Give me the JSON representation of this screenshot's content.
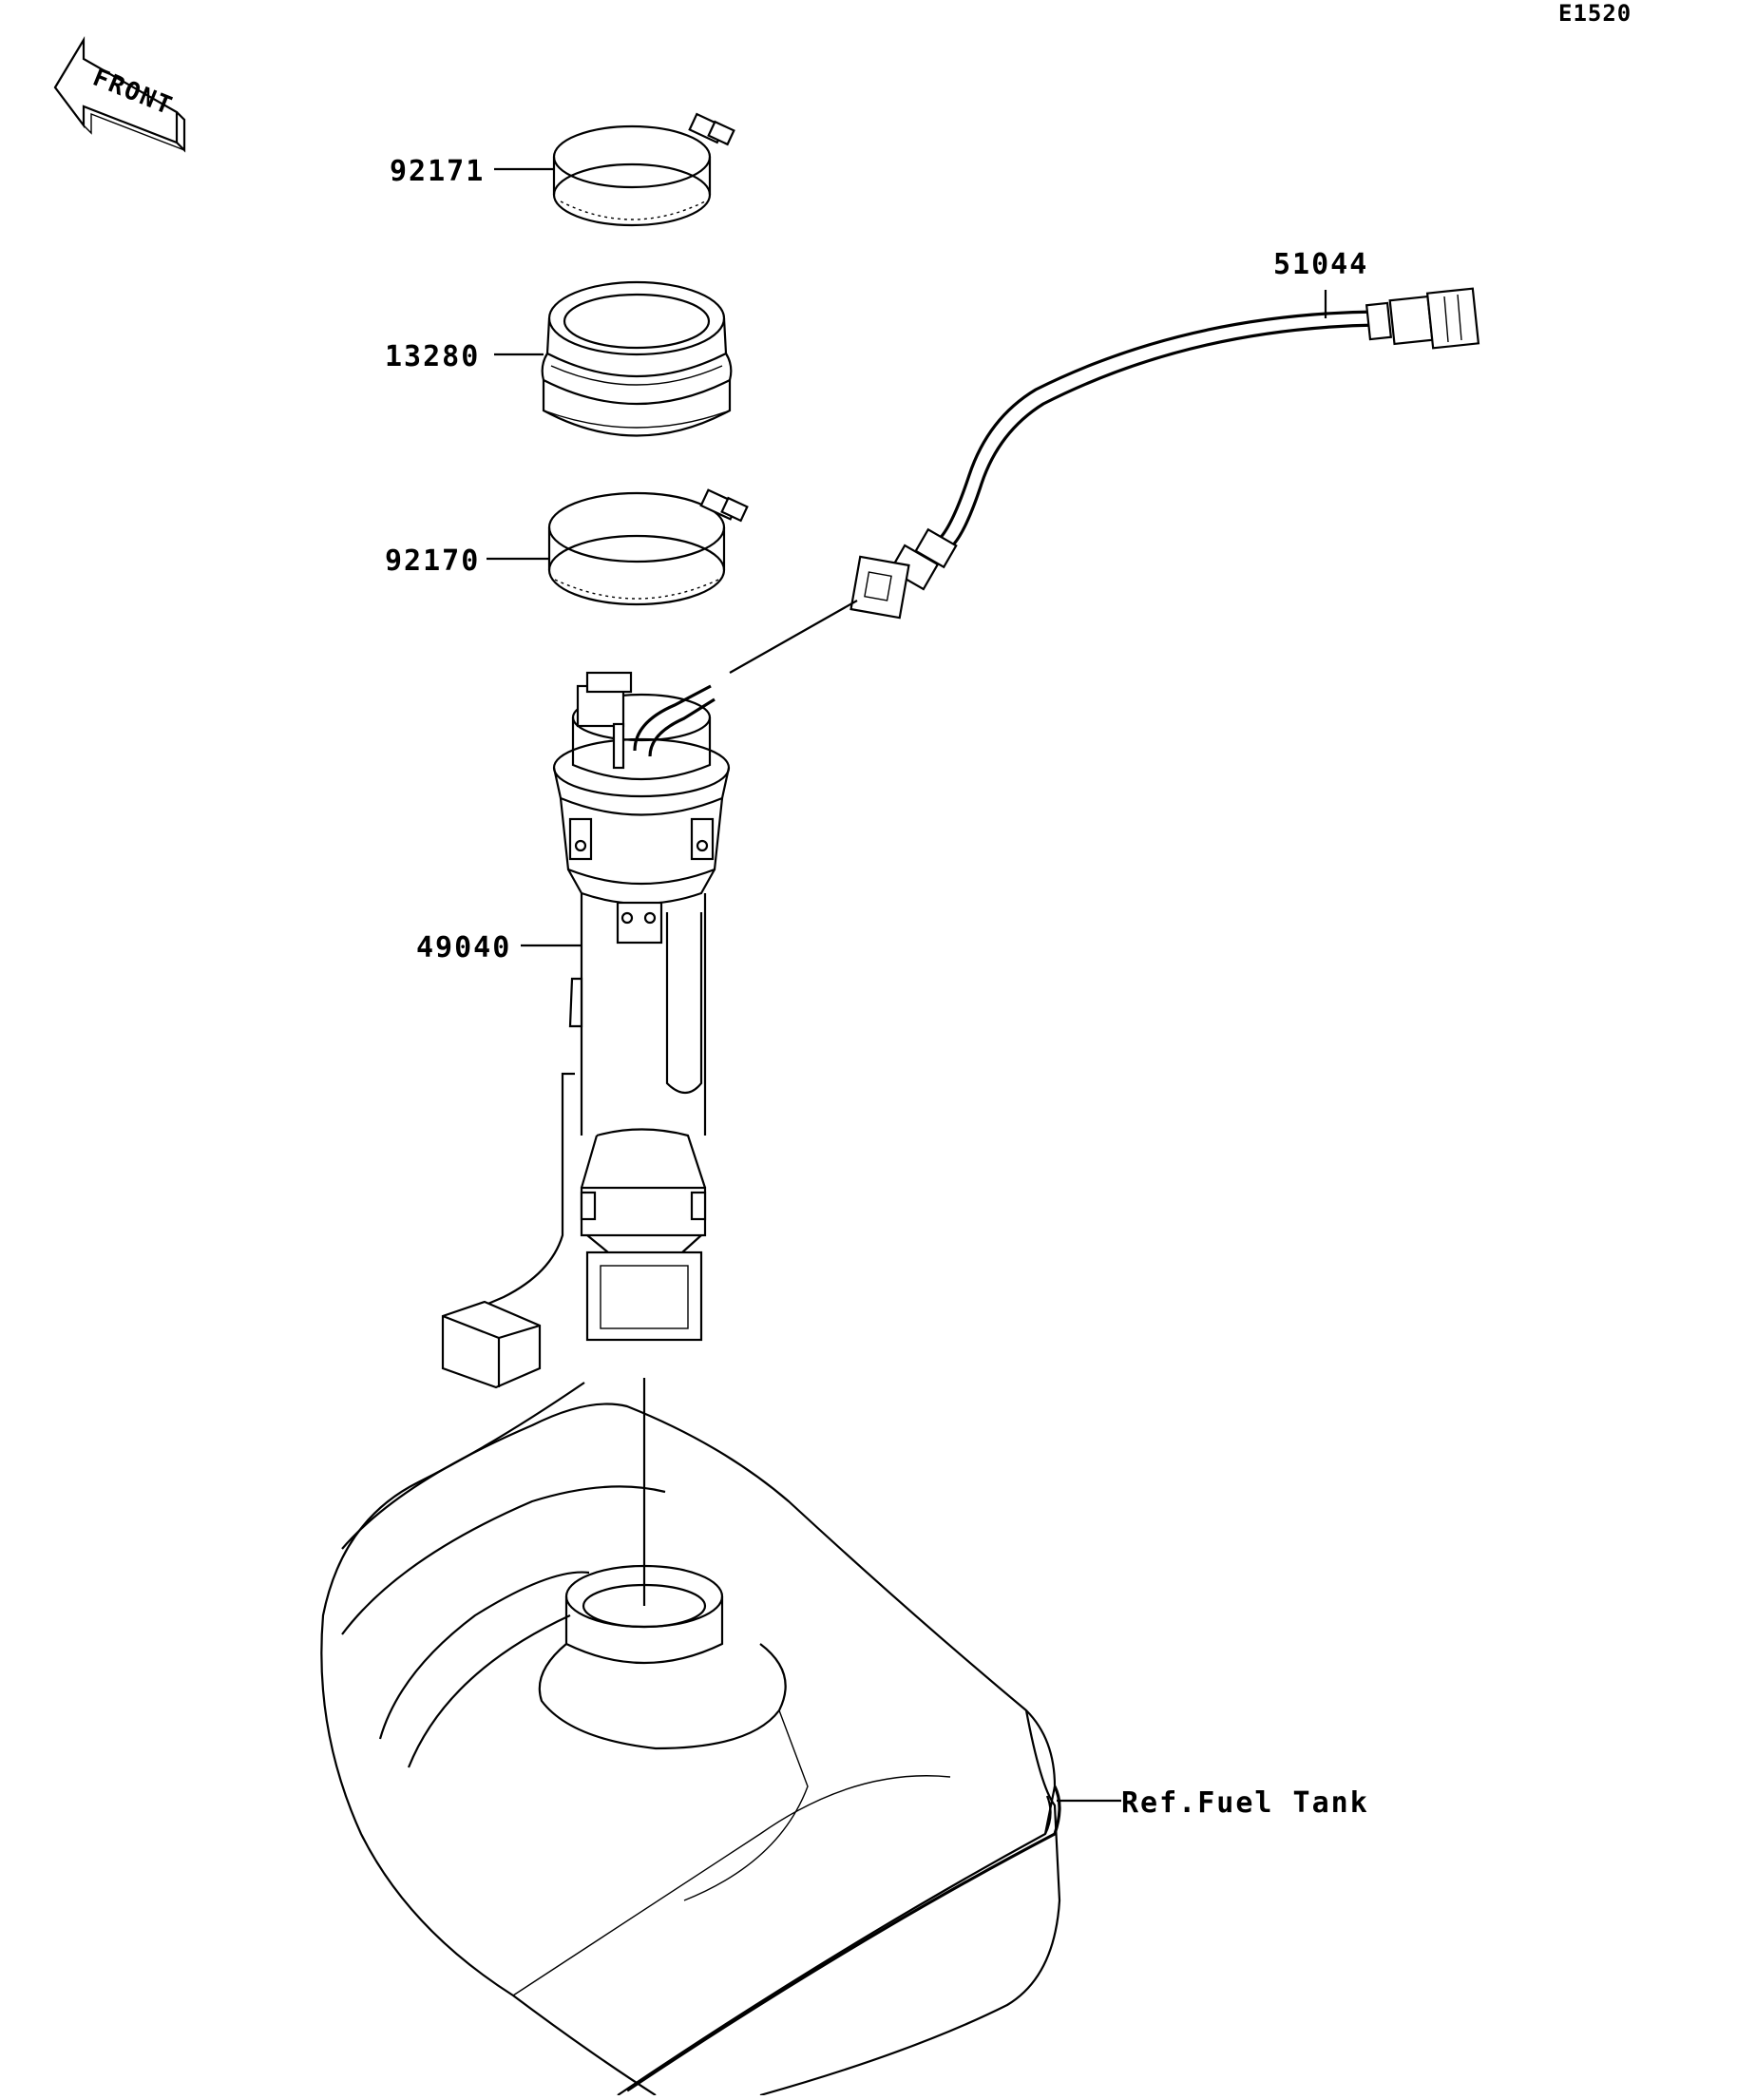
{
  "diagram": {
    "code": "E1520",
    "front_label": "FRONT",
    "callouts": {
      "clamp_top": "92171",
      "gasket": "13280",
      "clamp_bottom": "92170",
      "harness": "51044",
      "pump": "49040",
      "tank_ref": "Ref.Fuel Tank"
    }
  }
}
